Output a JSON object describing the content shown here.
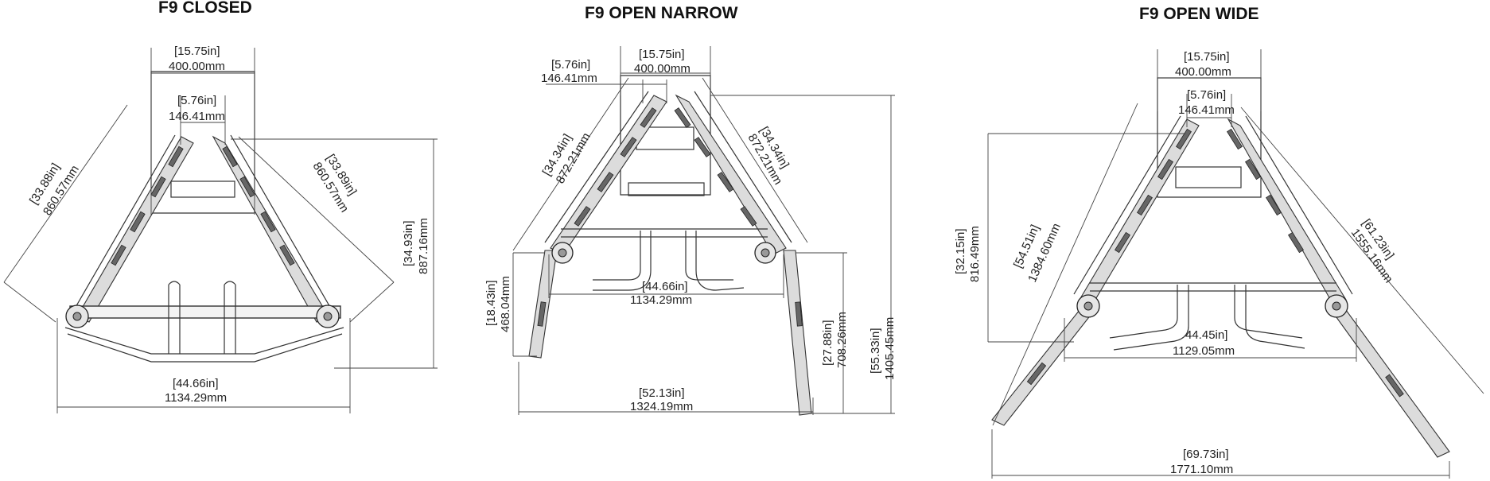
{
  "panels": [
    {
      "title": "F9 CLOSED",
      "dims": {
        "top_in": "[15.75in]",
        "top_mm": "400.00mm",
        "gap_in": "[5.76in]",
        "gap_mm": "146.41mm",
        "left_arm_in": "[33.88in]",
        "left_arm_mm": "860.57mm",
        "right_arm_in": "[33.89in]",
        "right_arm_mm": "860.57mm",
        "height_in": "[34.93in]",
        "height_mm": "887.16mm",
        "width_in": "[44.66in]",
        "width_mm": "1134.29mm"
      }
    },
    {
      "title": "F9 OPEN NARROW",
      "dims": {
        "top_in": "[15.75in]",
        "top_mm": "400.00mm",
        "gap_in": "[5.76in]",
        "gap_mm": "146.41mm",
        "left_arm_in": "[34.34in]",
        "left_arm_mm": "872.21mm",
        "right_arm_in": "[34.34in]",
        "right_arm_mm": "872.21mm",
        "inner_in": "[44.66in]",
        "inner_mm": "1134.29mm",
        "leg_in": "[18.43in]",
        "leg_mm": "468.04mm",
        "mid_h_in": "[27.88in]",
        "mid_h_mm": "708.26mm",
        "height_in": "[55.33in]",
        "height_mm": "1405.45mm",
        "width_in": "[52.13in]",
        "width_mm": "1324.19mm"
      }
    },
    {
      "title": "F9 OPEN WIDE",
      "dims": {
        "top_in": "[15.75in]",
        "top_mm": "400.00mm",
        "gap_in": "[5.76in]",
        "gap_mm": "146.41mm",
        "left_h_in": "[32.15in]",
        "left_h_mm": "816.49mm",
        "left_arm_in": "[54.51in]",
        "left_arm_mm": "1384.60mm",
        "right_arm_in": "[61.23in]",
        "right_arm_mm": "1555.16mm",
        "inner_in": "44.45in]",
        "inner_mm": "1129.05mm",
        "width_in": "[69.73in]",
        "width_mm": "1771.10mm"
      }
    }
  ]
}
